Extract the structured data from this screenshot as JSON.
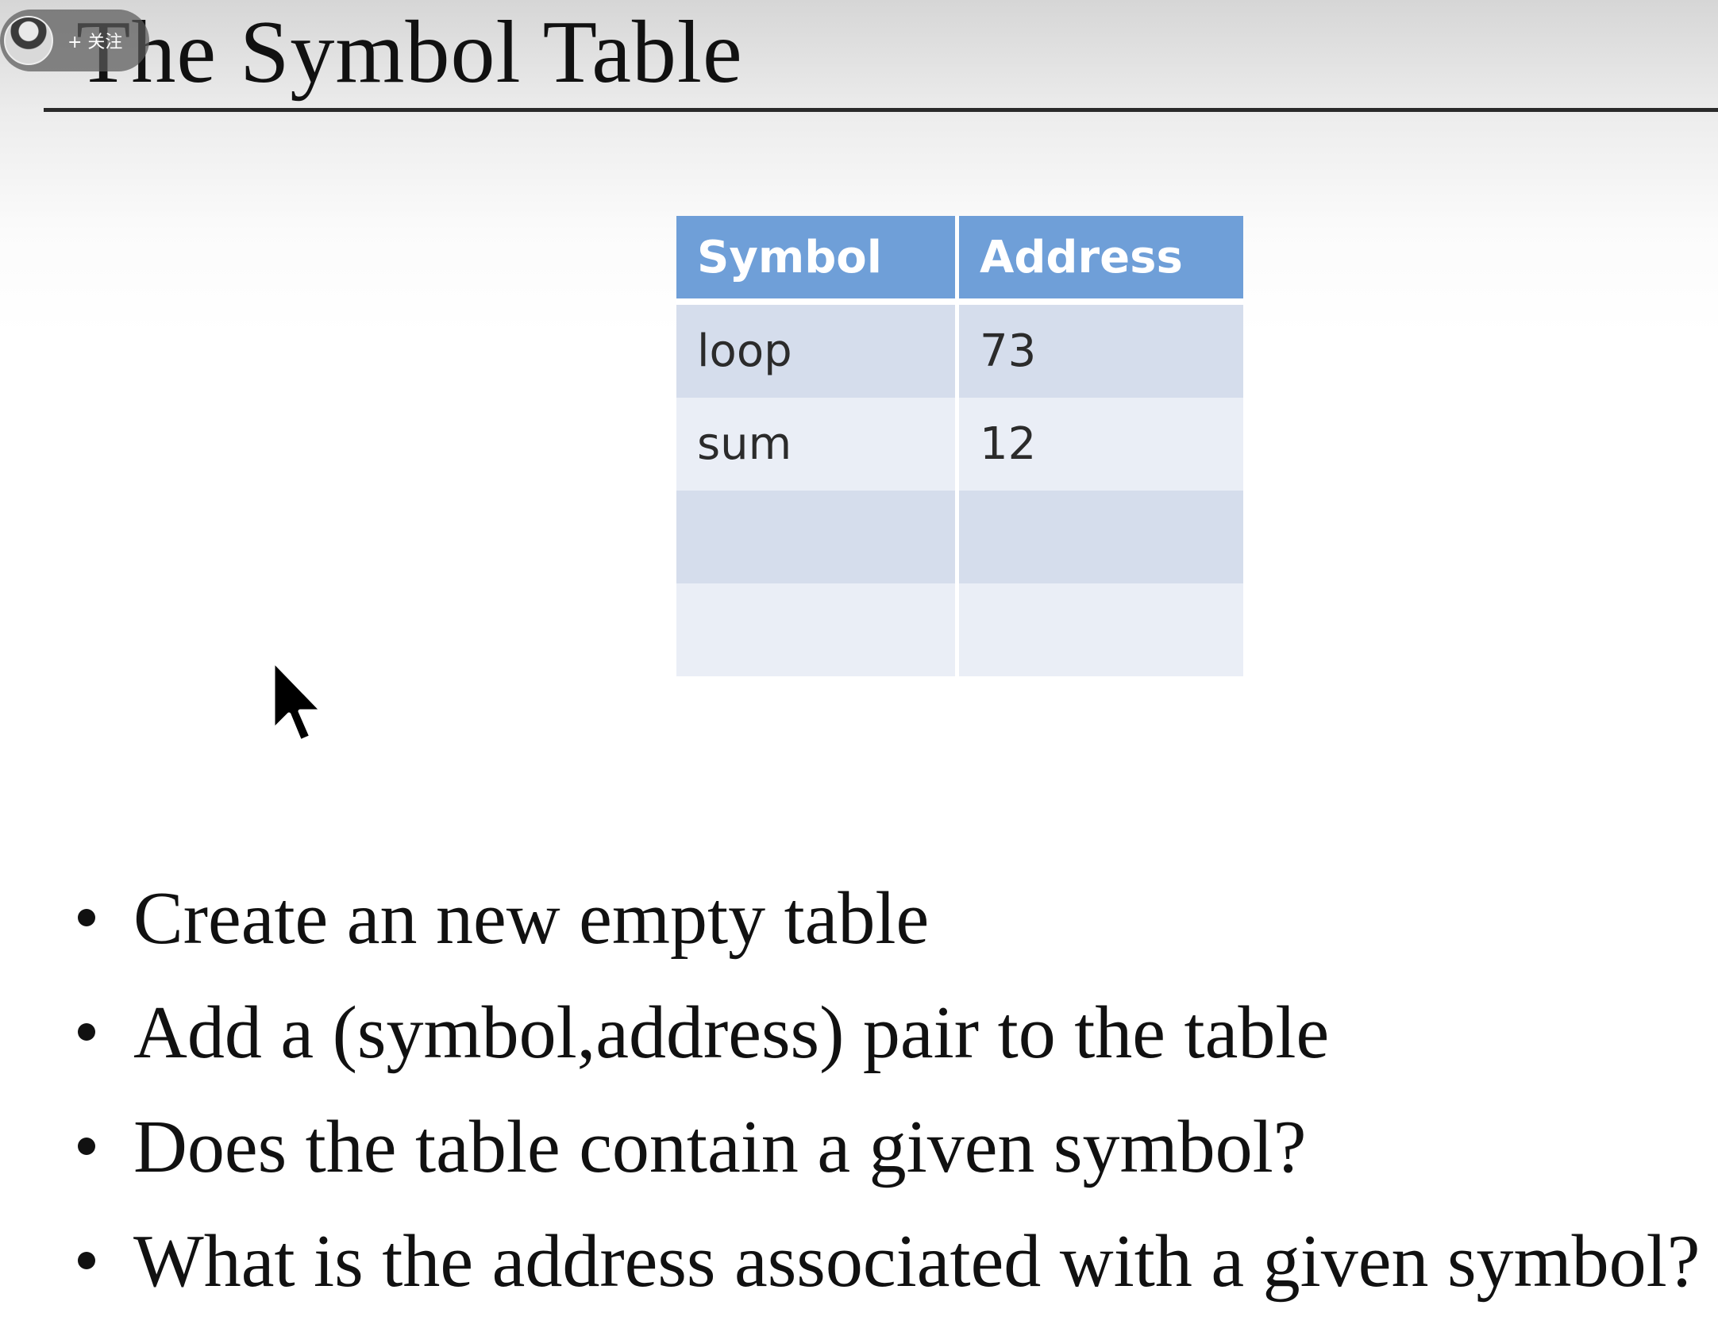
{
  "slide": {
    "title": "The Symbol Table"
  },
  "overlay": {
    "follow_label": "+ 关注",
    "avatar_icon": "user-avatar-icon"
  },
  "table": {
    "headers": [
      "Symbol",
      "Address"
    ],
    "rows": [
      [
        "loop",
        "73"
      ],
      [
        "sum",
        "12"
      ],
      [
        "",
        ""
      ],
      [
        "",
        ""
      ]
    ],
    "header_color": "#6f9fd8",
    "row_color_odd": "#d5ddec",
    "row_color_even": "#eaeef6"
  },
  "bullets": [
    "Create an new empty table",
    "Add a (symbol,address) pair to the table",
    "Does the table contain a given symbol?",
    "What is the address associated with a given symbol?"
  ],
  "cursor_icon": "mouse-pointer-icon"
}
